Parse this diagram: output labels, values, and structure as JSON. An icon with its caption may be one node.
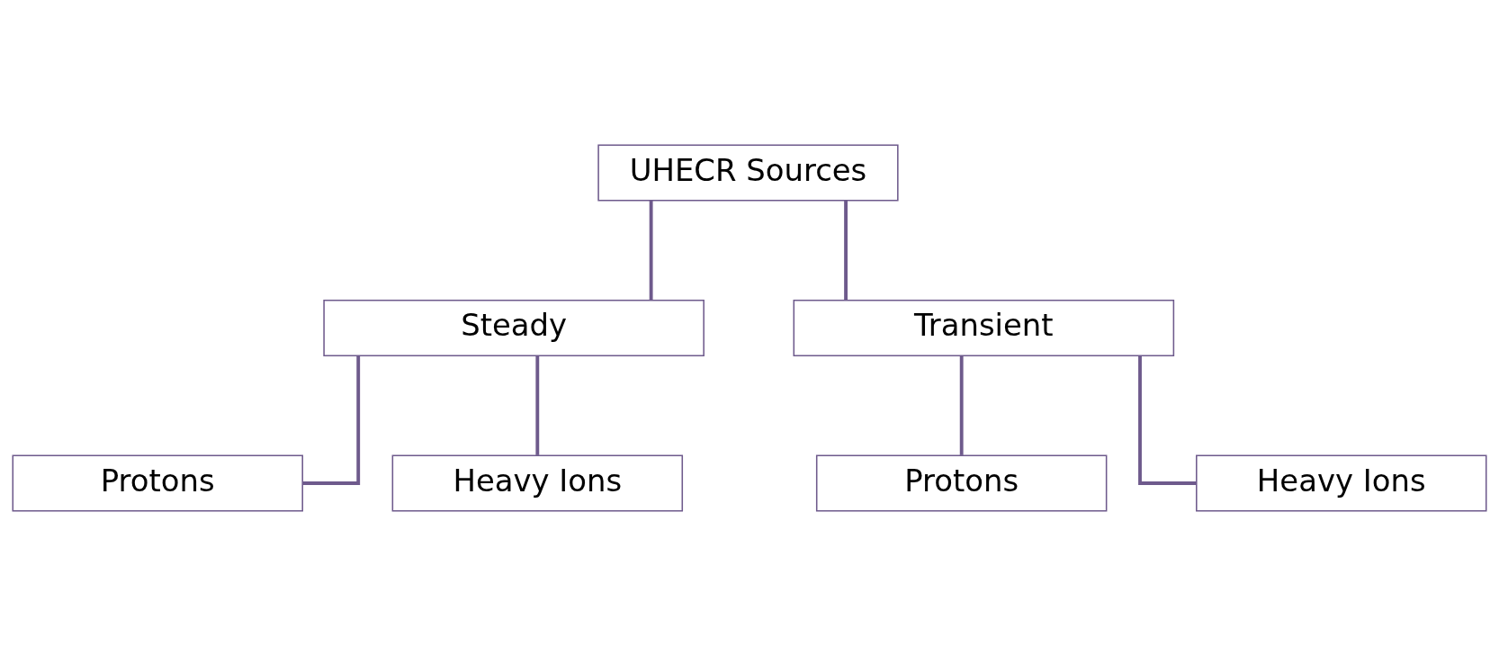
{
  "diagram": {
    "nodes": [
      {
        "text": [
          "UHECR Sources"
        ]
      },
      {
        "text": [
          "Steady"
        ]
      },
      {
        "text": [
          "Transient"
        ]
      },
      {
        "text": [
          "Protons"
        ]
      },
      {
        "text": [
          "Heavy Ions"
        ]
      },
      {
        "text": [
          "Protons"
        ]
      },
      {
        "text": [
          "Heavy Ions"
        ]
      }
    ],
    "edges": [
      {
        "from": 0,
        "to": 1,
        "arrow": "none"
      },
      {
        "from": 0,
        "to": 2,
        "arrow": "none"
      },
      {
        "from": 1,
        "to": 3,
        "arrow": "none"
      },
      {
        "from": 1,
        "to": 4,
        "arrow": "none"
      },
      {
        "from": 2,
        "to": 5,
        "arrow": "none"
      },
      {
        "from": 2,
        "to": 6,
        "arrow": "none"
      }
    ]
  }
}
